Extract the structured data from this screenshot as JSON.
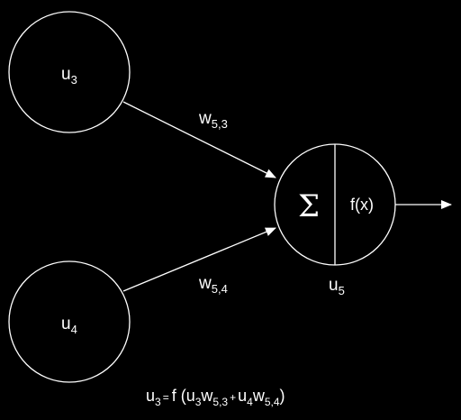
{
  "diagram": {
    "colors": {
      "background": "#000000",
      "stroke": "#ffffff",
      "text": "#ffffff"
    },
    "input_nodes": [
      {
        "id": "u3",
        "base": "u",
        "sub": "3"
      },
      {
        "id": "u4",
        "base": "u",
        "sub": "4"
      }
    ],
    "neuron": {
      "sum_symbol": "Σ",
      "activation": "f(x)",
      "label_base": "u",
      "label_sub": "5"
    },
    "edges": [
      {
        "from": "u3",
        "to": "u5",
        "weight_base": "w",
        "weight_sub": "5,3"
      },
      {
        "from": "u4",
        "to": "u5",
        "weight_base": "w",
        "weight_sub": "5,4"
      }
    ],
    "formula": {
      "lhs_base": "u",
      "lhs_sub": "3",
      "equals": "=",
      "fn_open": "f (",
      "t1_base1": "u",
      "t1_sub1": "3",
      "t1_base2": "w",
      "t1_sub2": "5,3",
      "plus": "+",
      "t2_base1": "u",
      "t2_sub1": "4",
      "t2_base2": "w",
      "t2_sub2": "5,4",
      "close": ")"
    }
  }
}
